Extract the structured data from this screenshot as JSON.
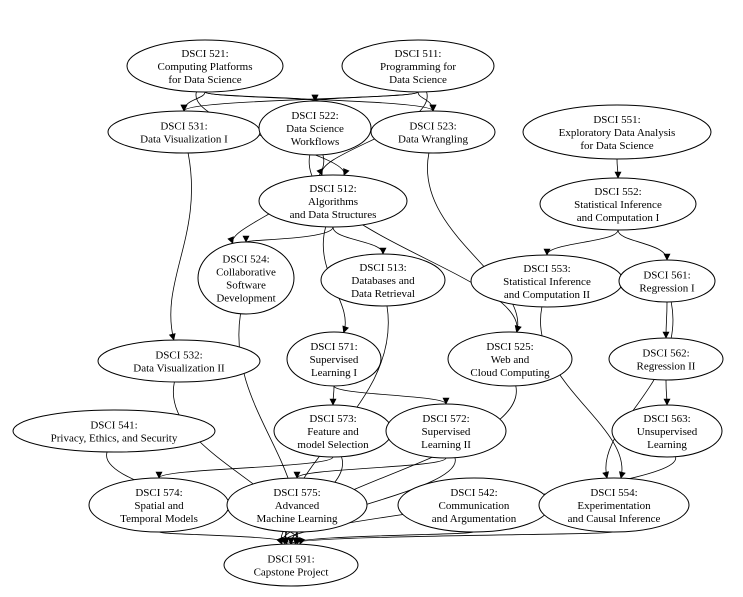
{
  "courses": {
    "dsci521": [
      "DSCI 521:",
      "Computing Platforms",
      "for Data Science"
    ],
    "dsci511": [
      "DSCI 511:",
      "Programming for",
      "Data Science"
    ],
    "dsci531": [
      "DSCI 531:",
      "Data Visualization I"
    ],
    "dsci522": [
      "DSCI 522:",
      "Data Science",
      "Workflows"
    ],
    "dsci523": [
      "DSCI 523:",
      "Data Wrangling"
    ],
    "dsci551": [
      "DSCI 551:",
      "Exploratory Data Analysis",
      "for Data Science"
    ],
    "dsci512": [
      "DSCI 512:",
      "Algorithms",
      "and Data Structures"
    ],
    "dsci552": [
      "DSCI 552:",
      "Statistical Inference",
      "and Computation I"
    ],
    "dsci524": [
      "DSCI 524:",
      "Collaborative",
      "Software",
      "Development"
    ],
    "dsci513": [
      "DSCI 513:",
      "Databases and",
      "Data Retrieval"
    ],
    "dsci553": [
      "DSCI 553:",
      "Statistical Inference",
      "and Computation II"
    ],
    "dsci561": [
      "DSCI 561:",
      "Regression I"
    ],
    "dsci532": [
      "DSCI 532:",
      "Data Visualization II"
    ],
    "dsci571": [
      "DSCI 571:",
      "Supervised",
      "Learning I"
    ],
    "dsci525": [
      "DSCI 525:",
      "Web and",
      "Cloud Computing"
    ],
    "dsci562": [
      "DSCI 562:",
      "Regression II"
    ],
    "dsci541": [
      "DSCI 541:",
      "Privacy, Ethics, and Security"
    ],
    "dsci573": [
      "DSCI 573:",
      "Feature and",
      "model Selection"
    ],
    "dsci572": [
      "DSCI 572:",
      "Supervised",
      "Learning II"
    ],
    "dsci563": [
      "DSCI 563:",
      "Unsupervised",
      "Learning"
    ],
    "dsci574": [
      "DSCI 574:",
      "Spatial and",
      "Temporal Models"
    ],
    "dsci575": [
      "DSCI 575:",
      "Advanced",
      "Machine Learning"
    ],
    "dsci542": [
      "DSCI 542:",
      "Communication",
      "and Argumentation"
    ],
    "dsci554": [
      "DSCI 554:",
      "Experimentation",
      "and Causal Inference"
    ],
    "dsci591": [
      "DSCI 591:",
      "Capstone Project"
    ]
  },
  "prerequisites": [
    [
      "dsci521",
      "dsci531"
    ],
    [
      "dsci521",
      "dsci522"
    ],
    [
      "dsci521",
      "dsci523"
    ],
    [
      "dsci521",
      "dsci512"
    ],
    [
      "dsci511",
      "dsci531"
    ],
    [
      "dsci511",
      "dsci522"
    ],
    [
      "dsci511",
      "dsci523"
    ],
    [
      "dsci511",
      "dsci512"
    ],
    [
      "dsci551",
      "dsci552"
    ],
    [
      "dsci552",
      "dsci553"
    ],
    [
      "dsci552",
      "dsci561"
    ],
    [
      "dsci512",
      "dsci524"
    ],
    [
      "dsci512",
      "dsci513"
    ],
    [
      "dsci512",
      "dsci571"
    ],
    [
      "dsci522",
      "dsci524"
    ],
    [
      "dsci522",
      "dsci525"
    ],
    [
      "dsci523",
      "dsci525"
    ],
    [
      "dsci531",
      "dsci532"
    ],
    [
      "dsci561",
      "dsci562"
    ],
    [
      "dsci562",
      "dsci563"
    ],
    [
      "dsci571",
      "dsci573"
    ],
    [
      "dsci571",
      "dsci572"
    ],
    [
      "dsci573",
      "dsci574"
    ],
    [
      "dsci572",
      "dsci575"
    ],
    [
      "dsci553",
      "dsci554"
    ],
    [
      "dsci561",
      "dsci554"
    ],
    [
      "dsci541",
      "dsci591"
    ],
    [
      "dsci532",
      "dsci591"
    ],
    [
      "dsci524",
      "dsci591"
    ],
    [
      "dsci513",
      "dsci591"
    ],
    [
      "dsci525",
      "dsci591"
    ],
    [
      "dsci573",
      "dsci591"
    ],
    [
      "dsci572",
      "dsci591"
    ],
    [
      "dsci563",
      "dsci591"
    ],
    [
      "dsci574",
      "dsci591"
    ],
    [
      "dsci575",
      "dsci591"
    ],
    [
      "dsci542",
      "dsci591"
    ],
    [
      "dsci554",
      "dsci591"
    ]
  ]
}
